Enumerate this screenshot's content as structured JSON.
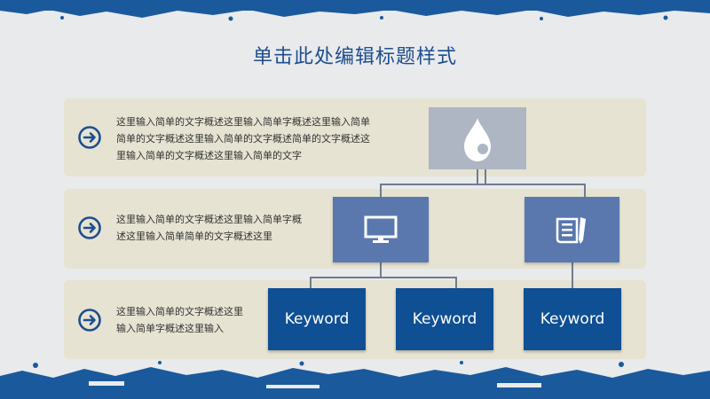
{
  "slide": {
    "title": "单击此处编辑标题样式",
    "rows": [
      {
        "lines": [
          "这里输入简单的文字概述这里输入简单字概述这里输入简单",
          "简单的文字概述这里输入简单的文字概述简单的文字概述这",
          "里输入简单的文字概述这里输入简单的文字"
        ]
      },
      {
        "lines": [
          "这里输入简单的文字概述这里输入简单字概",
          "述这里输入简单简单的文字概述这里"
        ]
      },
      {
        "lines": [
          "这里输入简单的文字概述这里",
          "输入简单字概述这里输入"
        ]
      }
    ],
    "keywords": [
      "Keyword",
      "Keyword",
      "Keyword"
    ]
  },
  "icons": {
    "row_bullet": "arrow-right-circle-icon",
    "top_node": "water-drop-icon",
    "mid_left": "monitor-icon",
    "mid_right": "document-pen-icon"
  },
  "colors": {
    "title": "#1d4e8f",
    "row_bg": "#e6e3d2",
    "top_node": "#aeb6c3",
    "mid_node": "#5a78ae",
    "keyword_node": "#0f4f93",
    "border_blue": "#1a5a9c"
  }
}
